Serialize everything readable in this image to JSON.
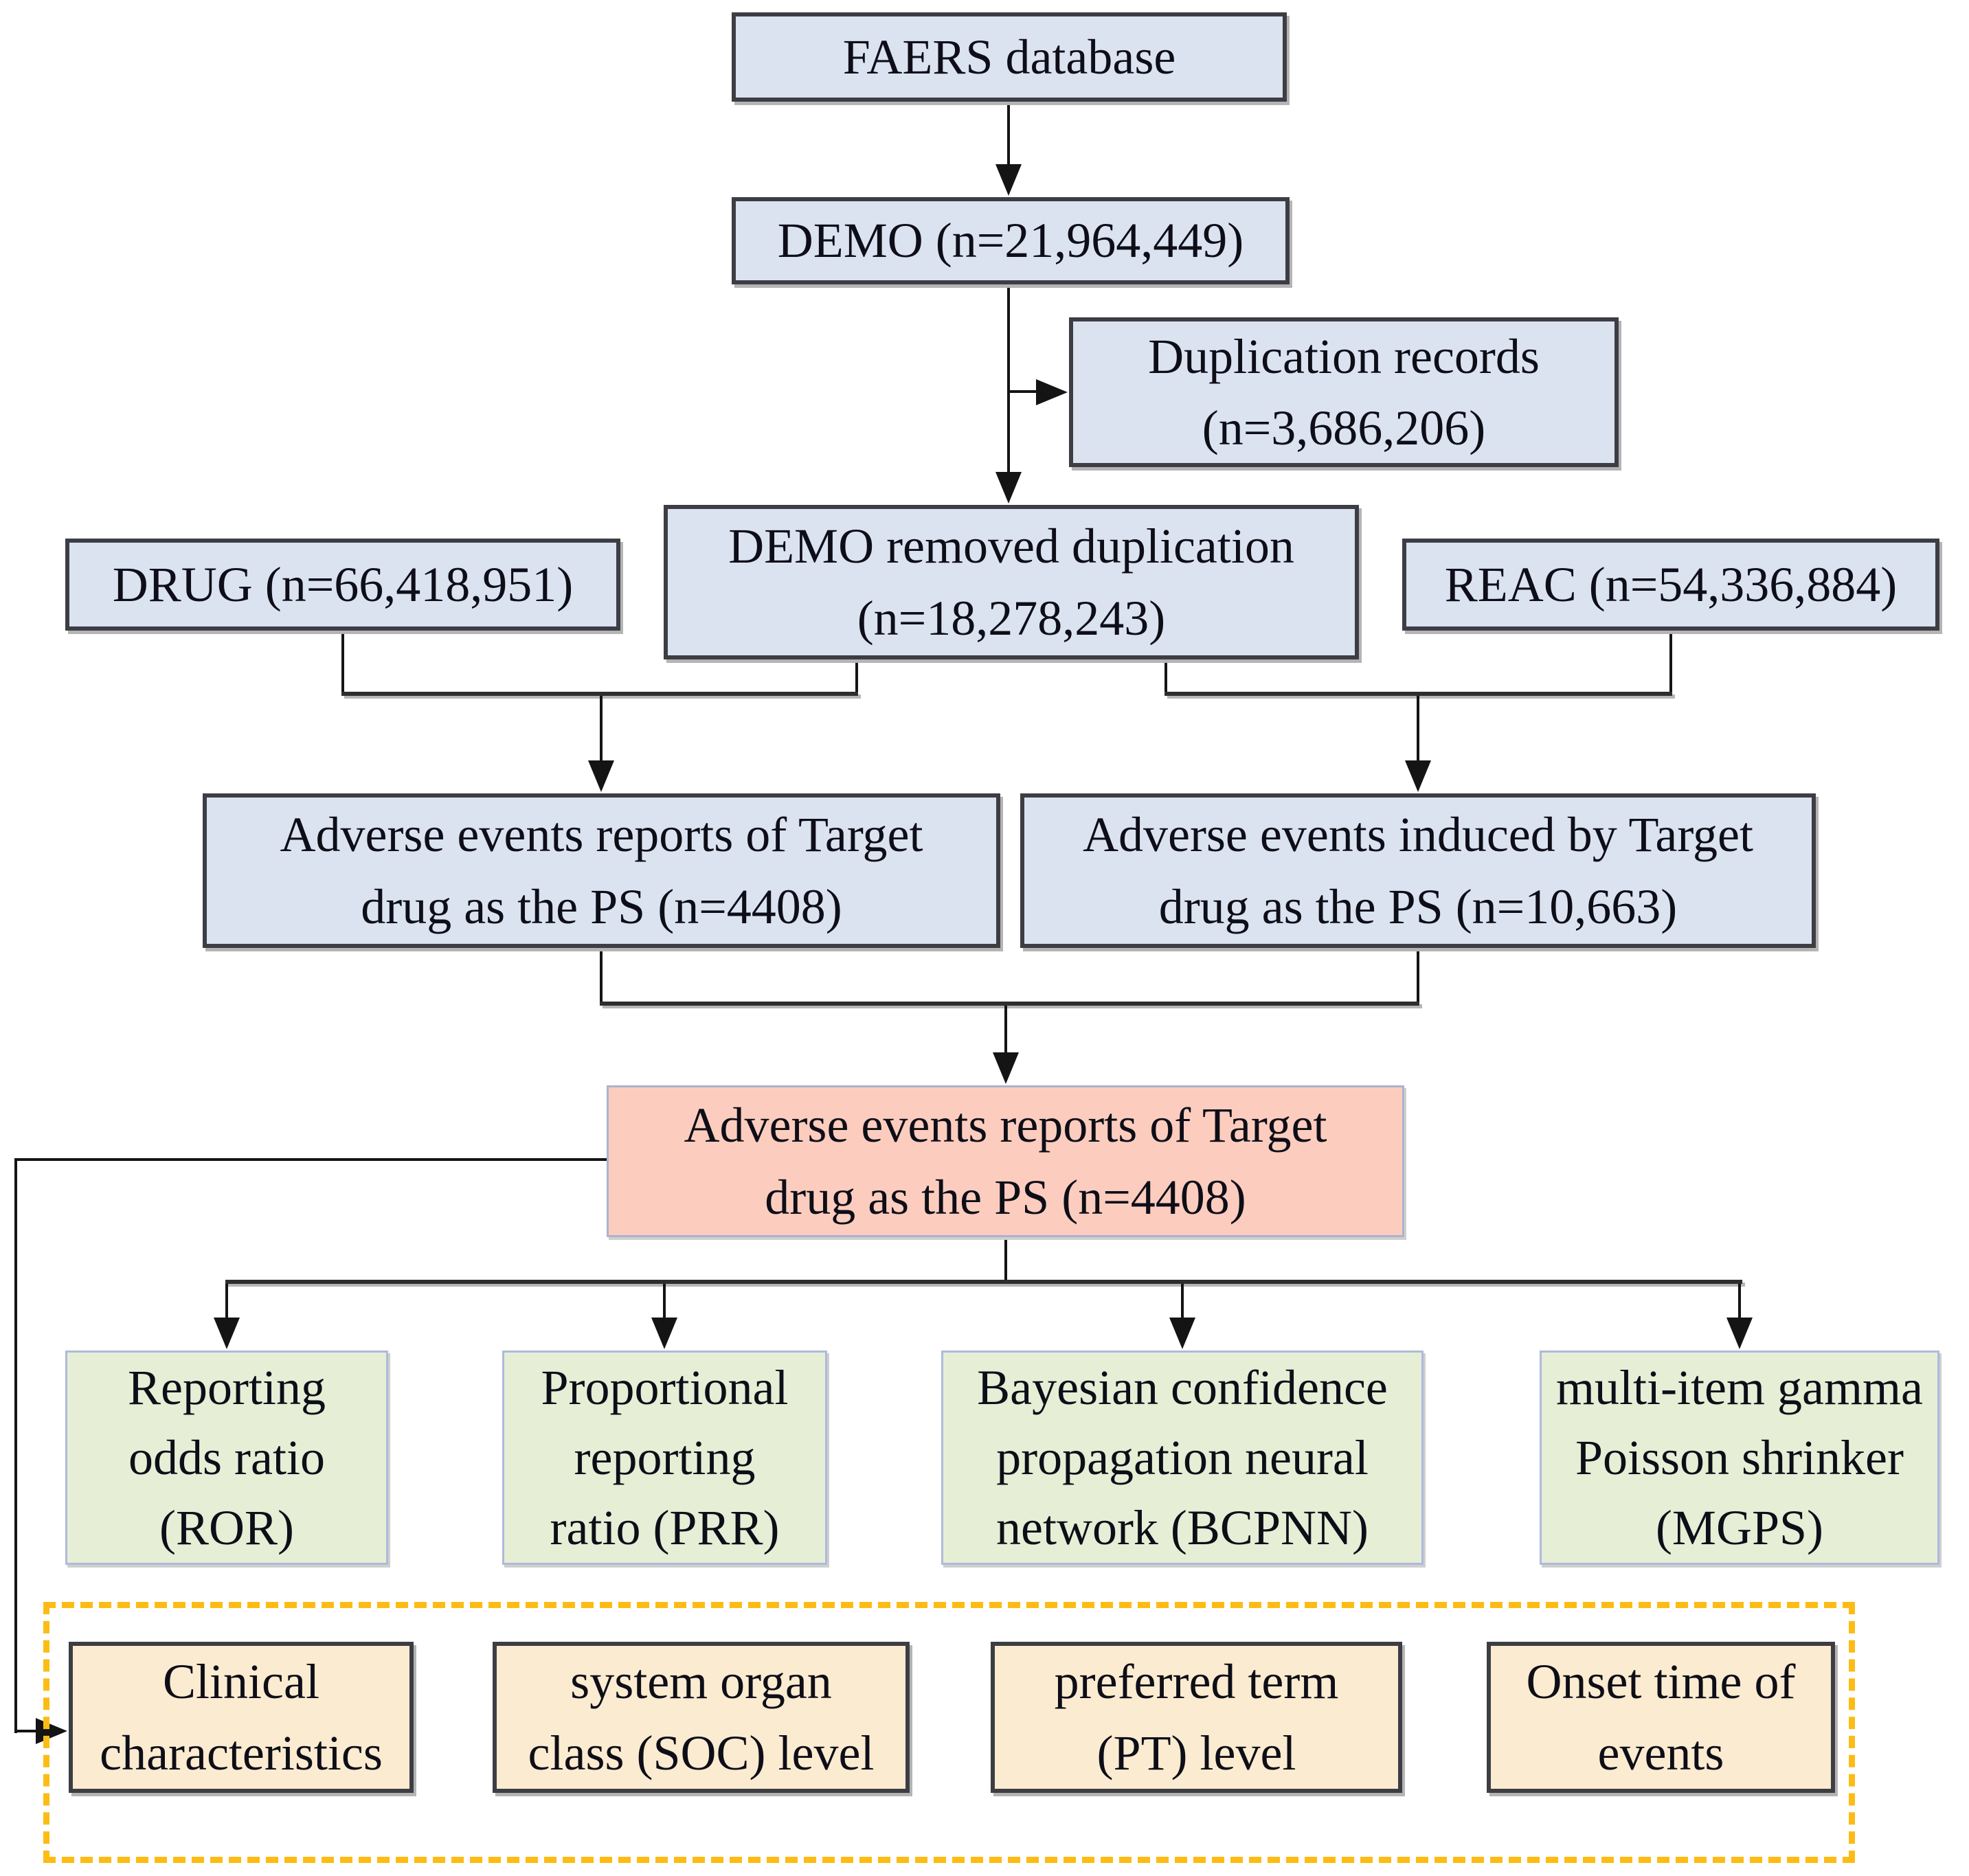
{
  "diagram": {
    "type": "flowchart",
    "nodes": {
      "faers": "FAERS database",
      "demo": "DEMO (n=21,964,449)",
      "duplication_records": "Duplication records\n(n=3,686,206)",
      "demo_removed": "DEMO removed duplication\n(n=18,278,243)",
      "drug": "DRUG (n=66,418,951)",
      "reac": "REAC (n=54,336,884)",
      "ae_reports_target": "Adverse events reports of Target\ndrug as the PS (n=4408)",
      "ae_induced_target": "Adverse events induced by Target\ndrug as the PS (n=10,663)",
      "ae_target_ps": "Adverse events reports of Target\ndrug as the PS (n=4408)",
      "ror": "Reporting\nodds ratio\n(ROR)",
      "prr": "Proportional\nreporting\nratio (PRR)",
      "bcpnn": "Bayesian confidence\npropagation neural\nnetwork (BCPNN)",
      "mgps": "multi-item gamma\nPoisson shrinker\n(MGPS)",
      "clinical": "Clinical\ncharacteristics",
      "soc": "system organ\nclass (SOC) level",
      "pt": "preferred term\n(PT) level",
      "onset": "Onset time of\nevents"
    },
    "edges": [
      {
        "from": "faers",
        "to": "demo"
      },
      {
        "from": "demo",
        "to": "duplication_records"
      },
      {
        "from": "demo",
        "to": "demo_removed"
      },
      {
        "from": "drug",
        "to": "ae_reports_target"
      },
      {
        "from": "demo_removed",
        "to": "ae_reports_target"
      },
      {
        "from": "demo_removed",
        "to": "ae_induced_target"
      },
      {
        "from": "reac",
        "to": "ae_induced_target"
      },
      {
        "from": "ae_reports_target",
        "to": "ae_target_ps"
      },
      {
        "from": "ae_induced_target",
        "to": "ae_target_ps"
      },
      {
        "from": "ae_target_ps",
        "to": "ror"
      },
      {
        "from": "ae_target_ps",
        "to": "prr"
      },
      {
        "from": "ae_target_ps",
        "to": "bcpnn"
      },
      {
        "from": "ae_target_ps",
        "to": "mgps"
      },
      {
        "from": "ae_target_ps",
        "to": "clinical"
      }
    ],
    "colors": {
      "node_blue": "#dbe3f1",
      "node_pink": "#fccdbe",
      "node_green": "#e6eed6",
      "node_tan": "#fbebd0",
      "dashed_outline_gold": "#fcbc15",
      "connector_black": "#141414",
      "dark_border": "#3d3d44",
      "light_border": "#aebadb"
    }
  }
}
